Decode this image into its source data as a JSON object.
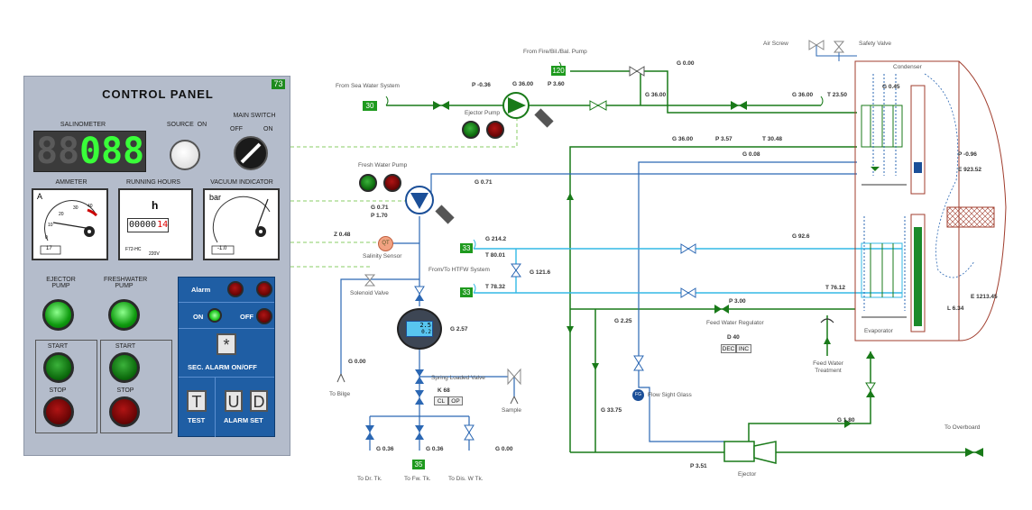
{
  "panel": {
    "title": "CONTROL PANEL",
    "number": "73",
    "salinometer_label": "SALINOMETER",
    "salinometer_digits": [
      "8",
      "8",
      "0",
      "8",
      "8"
    ],
    "source_label": "SOURCE",
    "source_state": "ON",
    "main_switch_label": "MAIN SWITCH",
    "main_switch_off": "OFF",
    "main_switch_on": "ON",
    "ammeter_label": "AMMETER",
    "ammeter_unit": "A",
    "ammeter_scale": [
      "0",
      "10",
      "20",
      "30",
      "40"
    ],
    "ammeter_model": "17",
    "running_hours_label": "RUNNING  HOURS",
    "running_hours_unit": "h",
    "running_hours_value": "00000",
    "running_hours_tenths": "14",
    "running_hours_model": "F72-HC",
    "running_hours_voltage": "220V",
    "vacuum_label": "VACUUM  INDICATOR",
    "vacuum_unit": "bar",
    "vacuum_model": "-1.0",
    "ejector_pump_label": "EJECTOR PUMP",
    "freshwater_pump_label": "FRESHWATER PUMP",
    "start_label": "START",
    "stop_label": "STOP",
    "alarm_label": "Alarm",
    "alarm_on_label": "ON",
    "alarm_off_label": "OFF",
    "star_key": "*",
    "sec_alarm_label": "SEC. ALARM ON/OFF",
    "t_key": "T",
    "u_key": "U",
    "d_key": "D",
    "test_label": "TEST",
    "alarm_set_label": "ALARM  SET"
  },
  "diagram": {
    "from_sea_water": "From Sea Water System",
    "tag_30": "30",
    "from_fire_pump": "From Fire/Bil./Bal. Pump",
    "tag_120": "120",
    "ejector_pump": "Ejector Pump",
    "p_036": "P -0.36",
    "g_3600_top": "G 36.00",
    "p_360": "P 3.60",
    "g_000_top": "G 0.00",
    "g_3600_mid": "G 36.00",
    "g_3600_right": "G 36.00",
    "t_2350": "T 23.50",
    "air_screw": "Air Screw",
    "safety_valve": "Safety Valve",
    "condenser": "Condenser",
    "g_045": "G 0.45",
    "g_3600_lower": "G 36.00",
    "p_357": "P 3.57",
    "t_3048": "T 30.48",
    "g_008": "G 0.08",
    "p_096": "P -0.96",
    "e_92352": "E 923.52",
    "fresh_water_pump": "Fresh Water Pump",
    "g_071_top": "G 0.71",
    "g_071": "G 0.71",
    "p_170": "P 1.70",
    "z_048": "Z 0.48",
    "qt": "QT",
    "salinity_sensor": "Salinity Sensor",
    "g_2142": "G 214.2",
    "t_8001": "T 80.01",
    "tag_33a": "33",
    "from_htfw": "From/To HTFW System",
    "g_1216": "G 121.6",
    "g_926": "G 92.6",
    "tag_33b": "33",
    "t_7832": "T 78.32",
    "t_7612": "T 76.12",
    "evaporator": "Evaporator",
    "e_121345": "E 1213.45",
    "l_634": "L 6.34",
    "solenoid_valve": "Solenoid Valve",
    "g_225": "G 2.25",
    "p_300": "P 3.00",
    "feed_water_regulator": "Feed Water Regulator",
    "meter_top": "2.5",
    "meter_bottom": "0.2",
    "g_257": "G 2.57",
    "d_40": "D 40",
    "dec": "DEC",
    "inc": "INC",
    "feed_water_treatment": "Feed Water Treatment",
    "g_000_bilge": "G 0.00",
    "to_bilge": "To Bilge",
    "spring_loaded_valve": "Spring Loaded Valve",
    "k_68": "K 68",
    "cl": "CL",
    "op": "OP",
    "sample": "Sample",
    "fg": "FG",
    "flow_sight_glass": "Flow Sight Glass",
    "g_3375": "G 33.75",
    "g_180": "G 1.80",
    "to_overboard": "To Overboard",
    "g_036a": "G 0.36",
    "g_036b": "G 0.36",
    "g_000_bottom": "G 0.00",
    "tag_35": "35",
    "to_dr_tk": "To Dr. Tk.",
    "to_fw_tk": "To Fw. Tk.",
    "to_dis_w_tk": "To Dis. W Tk.",
    "p_351": "P 3.51",
    "ejector": "Ejector"
  }
}
